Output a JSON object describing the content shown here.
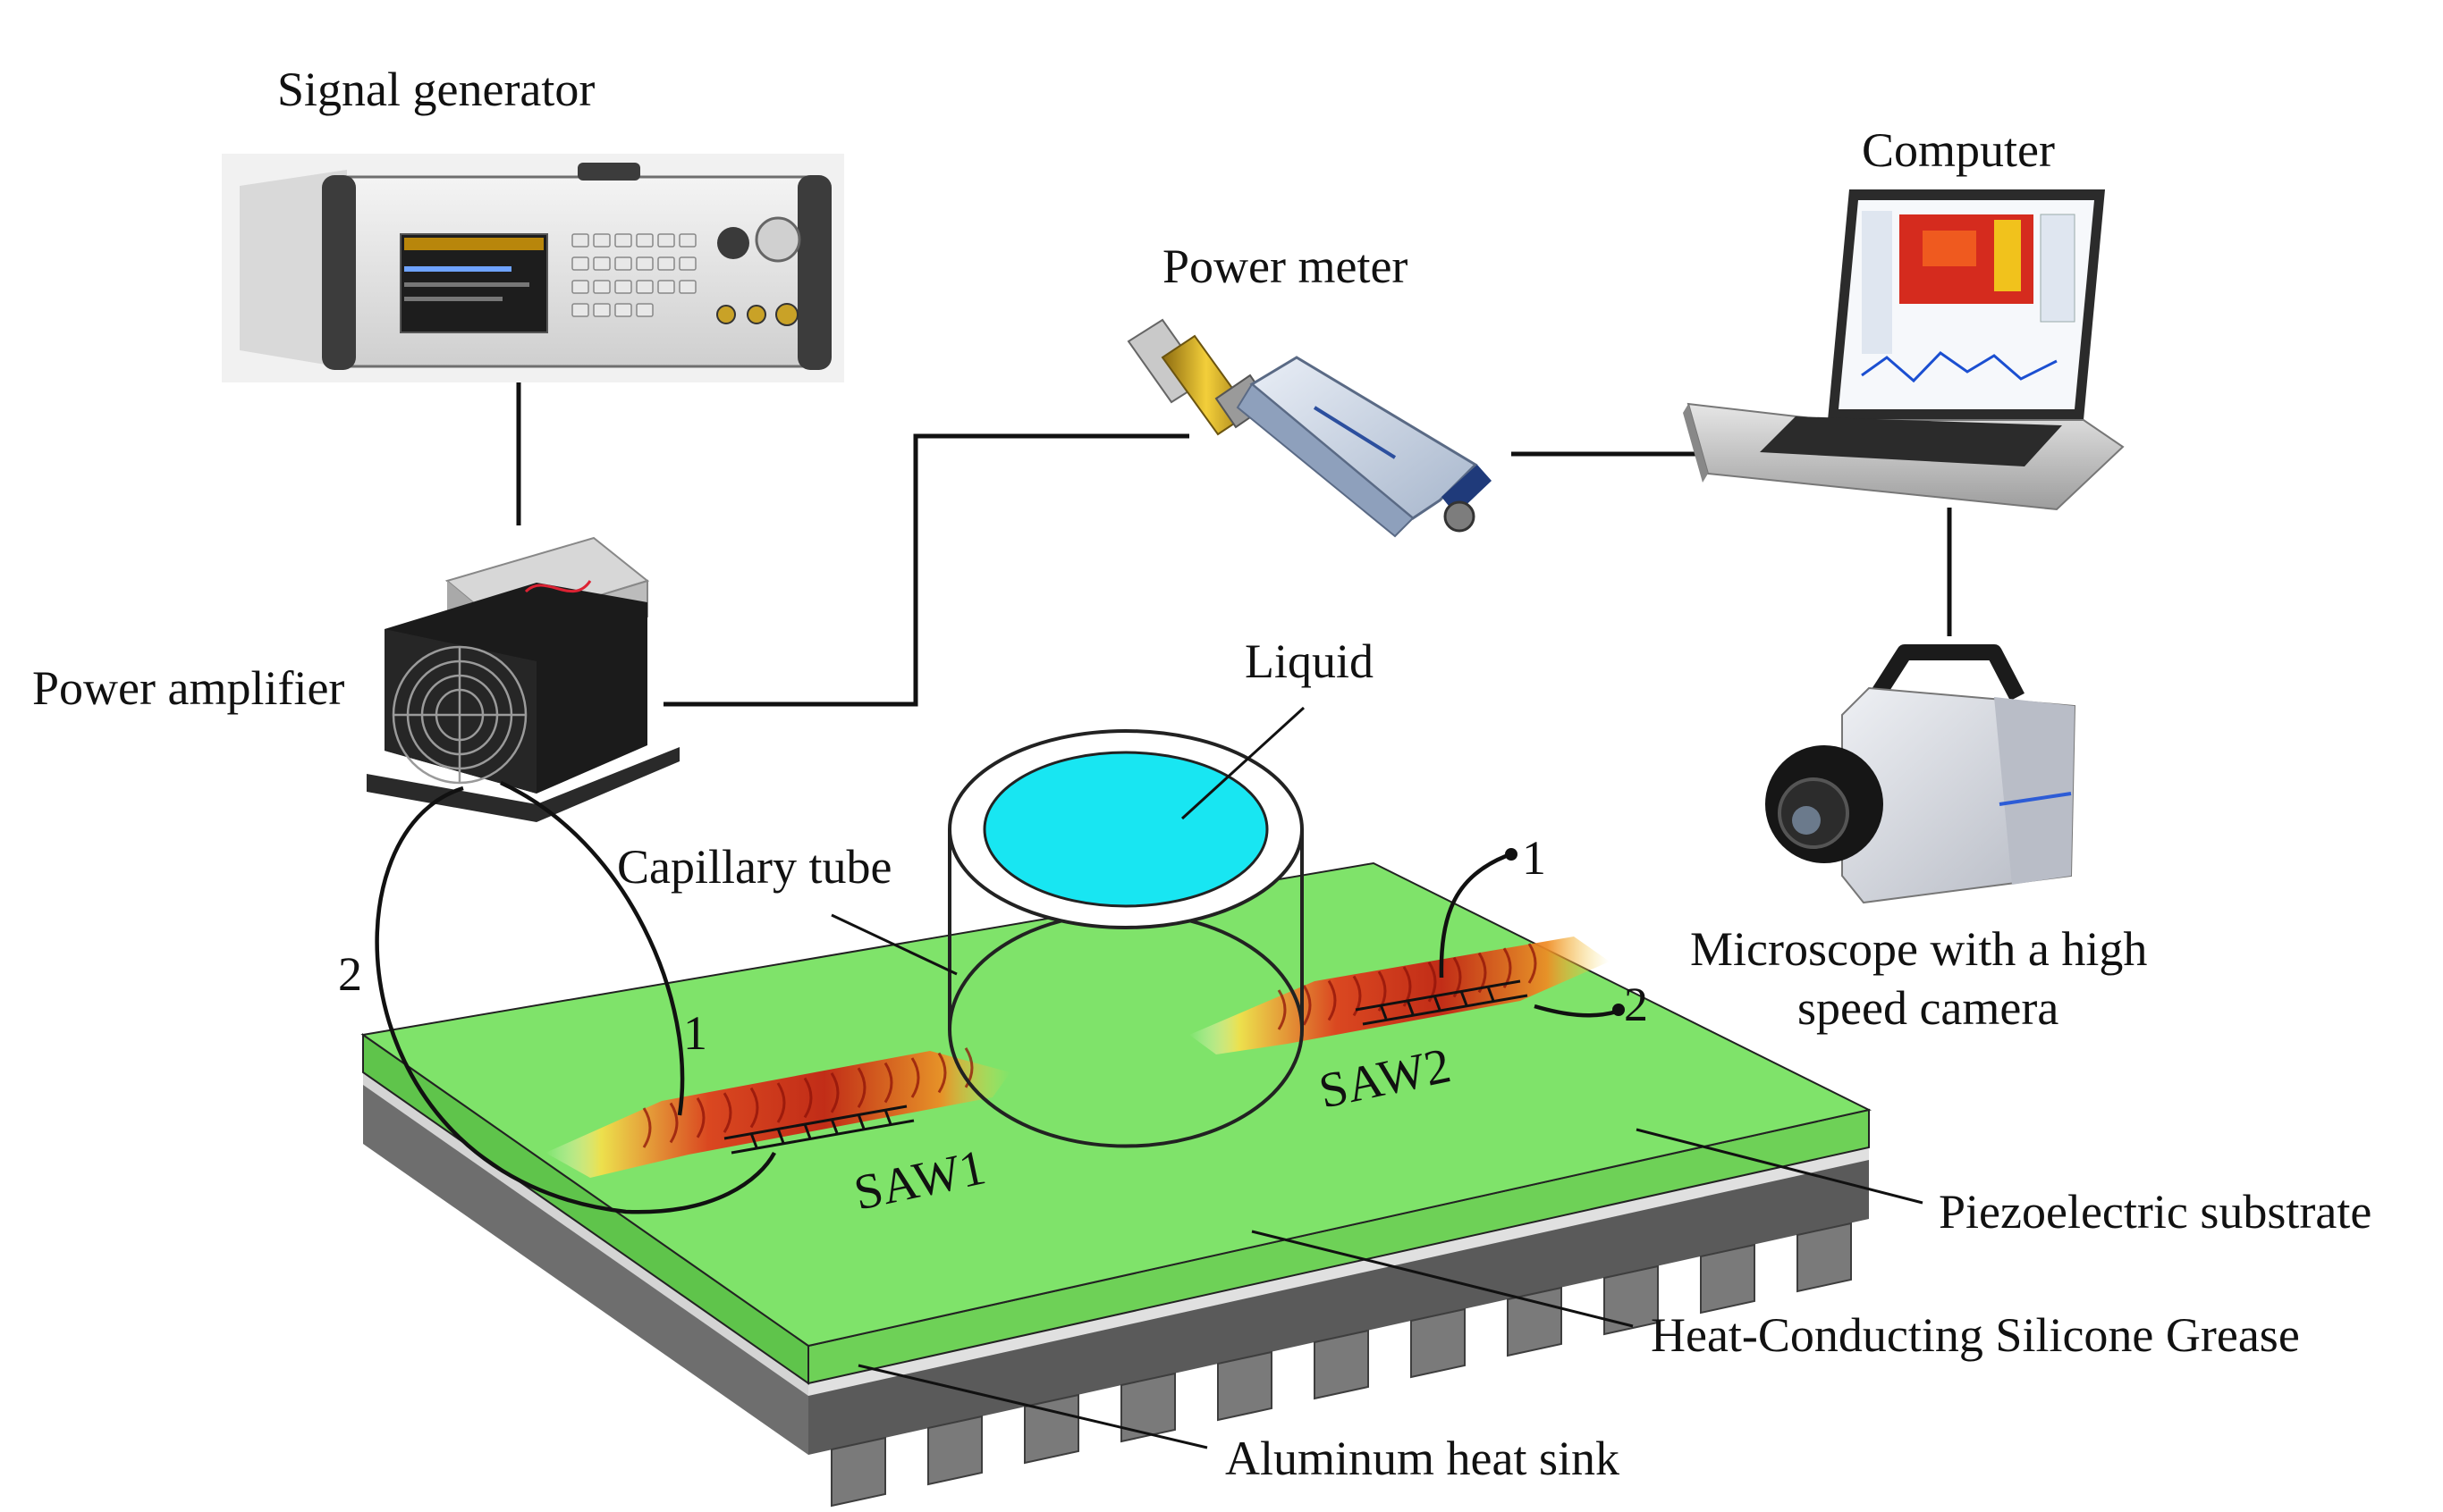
{
  "labels": {
    "signal_generator": "Signal generator",
    "computer": "Computer",
    "power_meter": "Power meter",
    "power_amplifier": "Power amplifier",
    "liquid": "Liquid",
    "capillary_tube": "Capillary tube",
    "microscope_line1": "Microscope with a high",
    "microscope_line2": "speed camera",
    "saw1": "SAW1",
    "saw2": "SAW2",
    "piezo": "Piezoelectric substrate",
    "grease": "Heat-Conducting Silicone Grease",
    "heatsink": "Aluminum heat sink",
    "saw1_terminal_1": "1",
    "saw1_terminal_2": "2",
    "saw2_terminal_1": "1",
    "saw2_terminal_2": "2"
  },
  "colors": {
    "substrate_top": "#7fe36a",
    "substrate_side": "#5fc44b",
    "grease": "#d4d4d4",
    "heatsink_top": "#8a8a8a",
    "heatsink_side": "#5c5c5c",
    "liquid": "#18e6f2",
    "wave_hot": "#c71d10",
    "wave_mid": "#f0a020"
  }
}
